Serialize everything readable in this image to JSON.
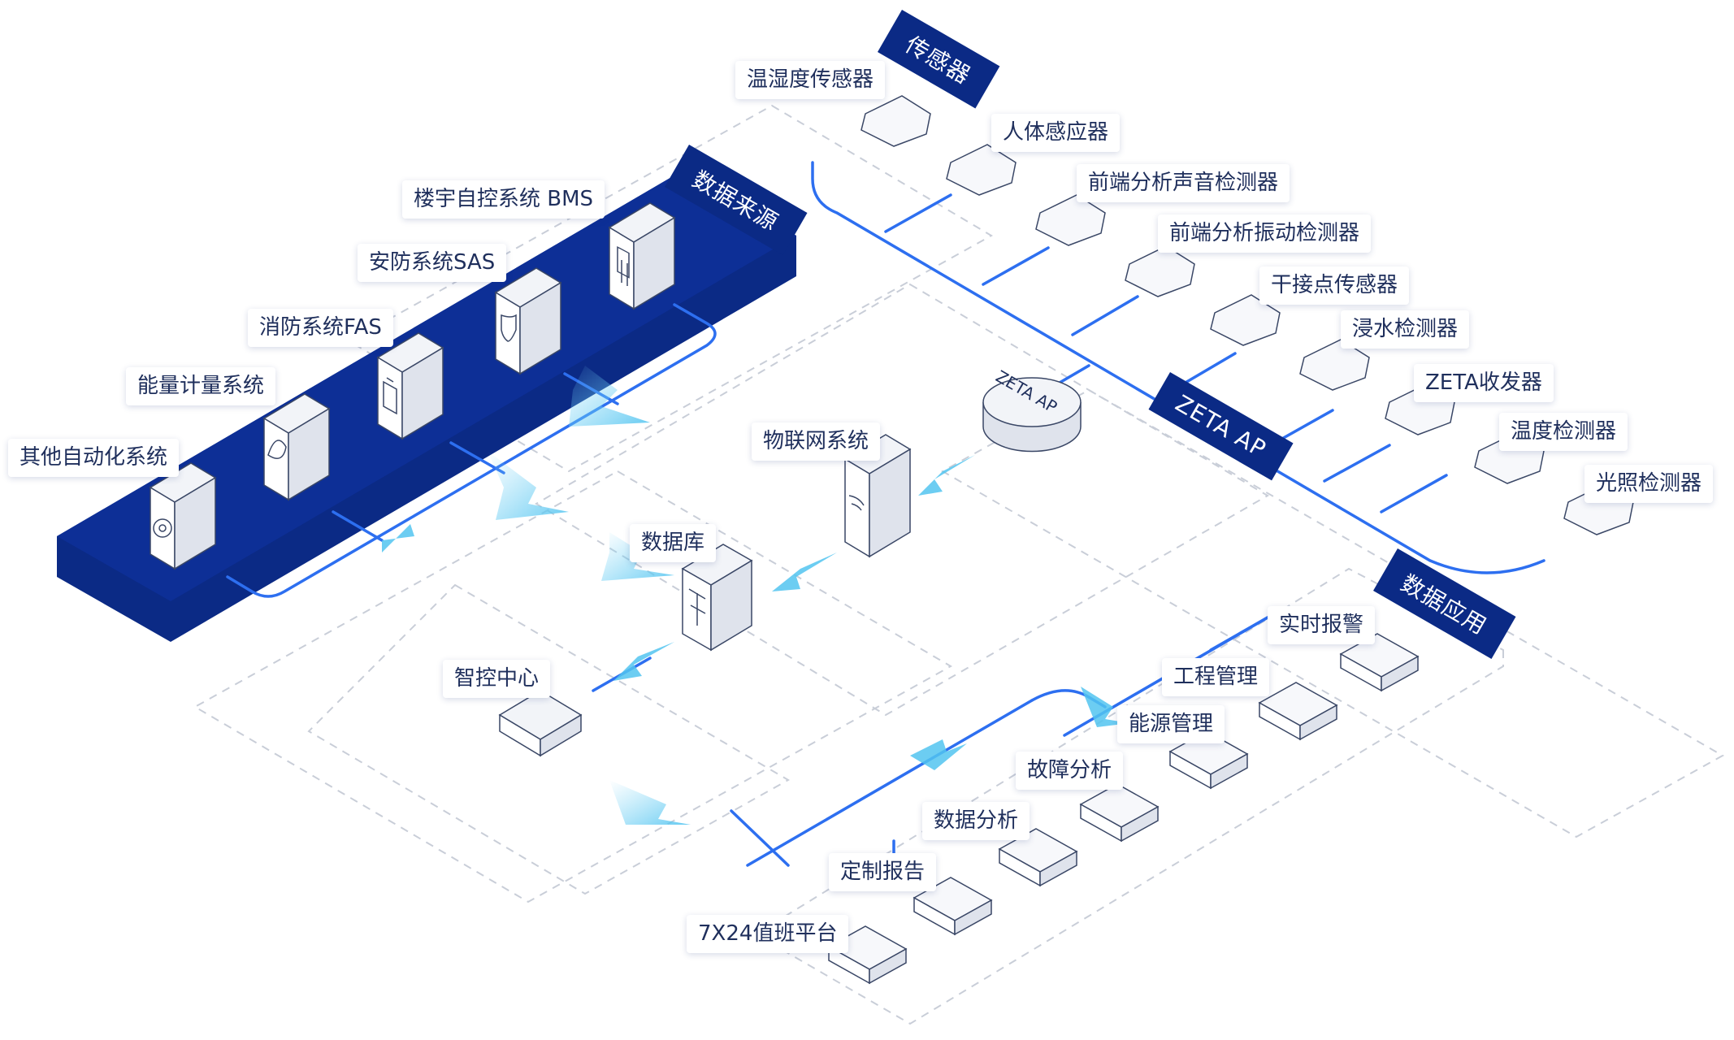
{
  "sections": {
    "sensors": "传感器",
    "data_sources": "数据来源",
    "data_apps": "数据应用",
    "zeta_ap": "ZETA AP"
  },
  "hub_text": "ZETA AP",
  "sources": [
    {
      "label": "楼宇自控系统 BMS",
      "icon": "building-icon"
    },
    {
      "label": "安防系统SAS",
      "icon": "shield-icon"
    },
    {
      "label": "消防系统FAS",
      "icon": "hydrant-icon"
    },
    {
      "label": "能量计量系统",
      "icon": "leaf-icon"
    },
    {
      "label": "其他自动化系统",
      "icon": "gear-icon"
    }
  ],
  "sensors": [
    {
      "label": "温湿度传感器",
      "icon": "thermo-humidity-icon"
    },
    {
      "label": "人体感应器",
      "icon": "motion-icon"
    },
    {
      "label": "前端分析声音检测器",
      "icon": "sound-wave-icon"
    },
    {
      "label": "前端分析振动检测器",
      "icon": "vibration-icon"
    },
    {
      "label": "干接点传感器",
      "icon": "dry-contact-icon"
    },
    {
      "label": "浸水检测器",
      "icon": "water-icon"
    },
    {
      "label": "ZETA收发器",
      "icon": "transceiver-icon"
    },
    {
      "label": "温度检测器",
      "icon": "thermometer-icon"
    },
    {
      "label": "光照检测器",
      "icon": "light-bulb-icon"
    }
  ],
  "core": {
    "iot": "物联网系统",
    "database": "数据库",
    "control_center": "智控中心"
  },
  "apps": [
    {
      "label": "实时报警",
      "icon": "alarm-bell-icon"
    },
    {
      "label": "工程管理",
      "icon": "engineering-icon"
    },
    {
      "label": "能源管理",
      "icon": "energy-leaf-icon"
    },
    {
      "label": "故障分析",
      "icon": "fault-icon"
    },
    {
      "label": "数据分析",
      "icon": "analysis-icon"
    },
    {
      "label": "定制报告",
      "icon": "report-icon"
    },
    {
      "label": "7X24值班平台",
      "icon": "duty-icon"
    }
  ]
}
